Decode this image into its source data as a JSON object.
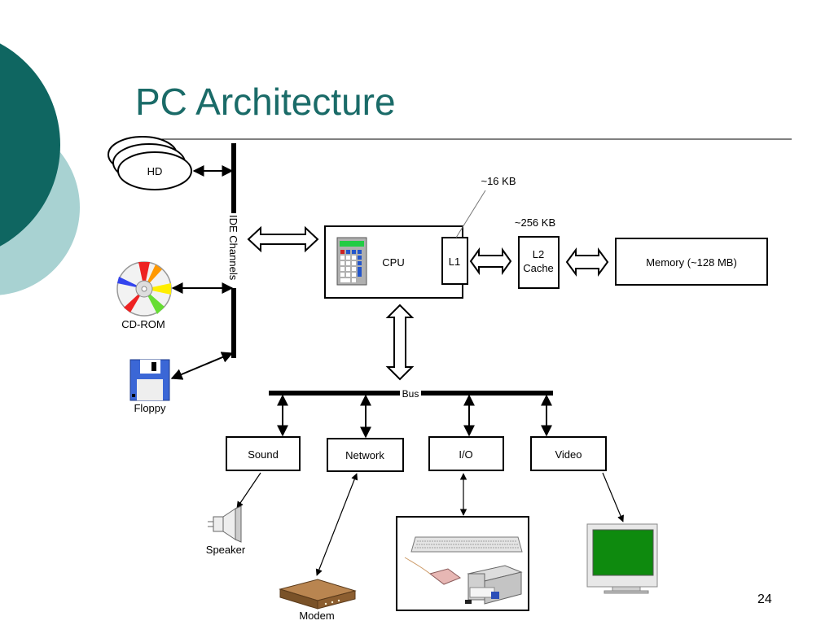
{
  "slide": {
    "title": "PC Architecture",
    "page_number": "24",
    "colors": {
      "title": "#1a6b68",
      "circle_dark": "#0f6661",
      "circle_light": "#a8d2d2"
    }
  },
  "diagram": {
    "storage": {
      "hd": "HD",
      "ide_channels": "IDE Channels",
      "cdrom": "CD-ROM",
      "floppy": "Floppy"
    },
    "cpu": {
      "label": "CPU",
      "l1": "L1",
      "l1_size": "~16 KB"
    },
    "cache": {
      "l2_line1": "L2",
      "l2_line2": "Cache",
      "l2_size": "~256 KB"
    },
    "memory": {
      "label": "Memory (~128 MB)"
    },
    "bus": {
      "label": "Bus"
    },
    "controllers": {
      "sound": "Sound",
      "network": "Network",
      "io": "I/O",
      "video": "Video"
    },
    "devices": {
      "speaker": "Speaker",
      "modem": "Modem"
    }
  }
}
